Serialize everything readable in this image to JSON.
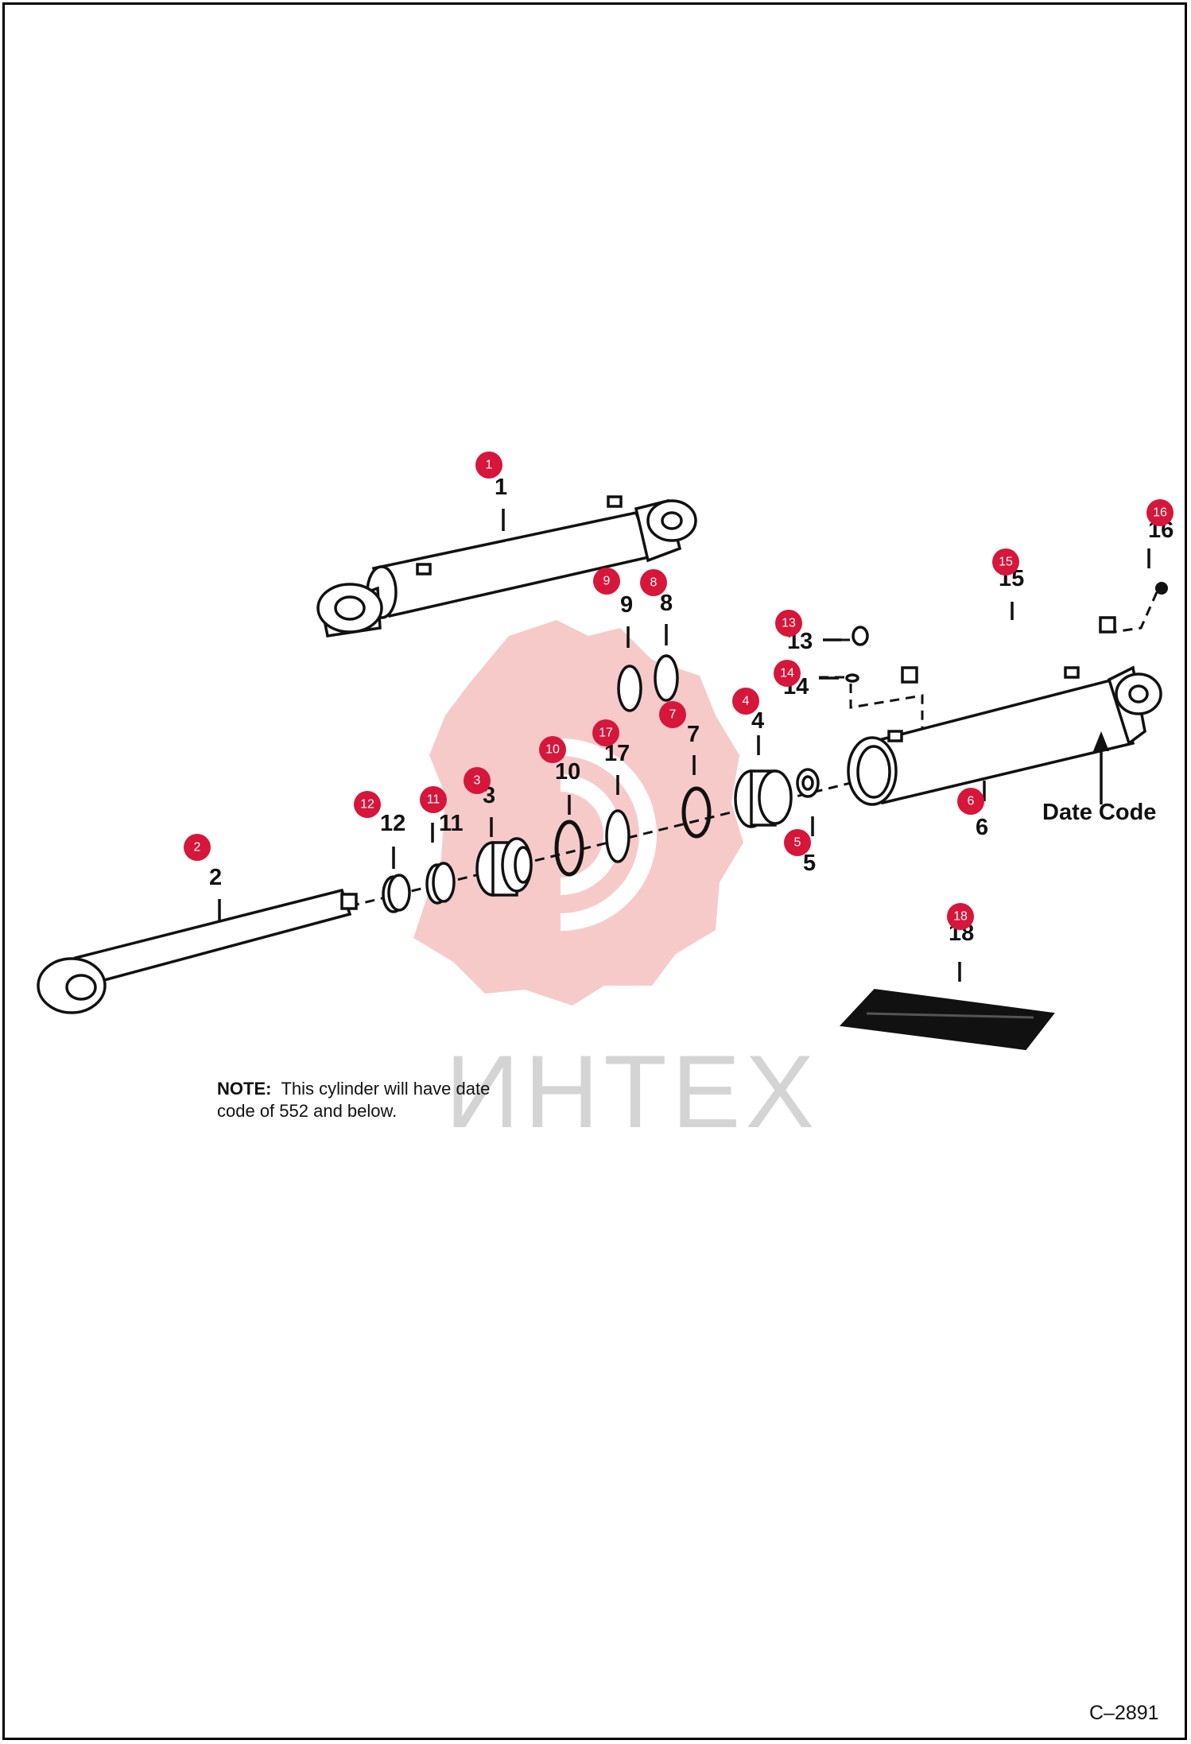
{
  "parts": [
    {
      "id": "1",
      "label": "1",
      "badge": "1"
    },
    {
      "id": "2",
      "label": "2",
      "badge": "2"
    },
    {
      "id": "3",
      "label": "3",
      "badge": "3"
    },
    {
      "id": "4",
      "label": "4",
      "badge": "4"
    },
    {
      "id": "5",
      "label": "5",
      "badge": "5"
    },
    {
      "id": "6",
      "label": "6",
      "badge": "6"
    },
    {
      "id": "7",
      "label": "7",
      "badge": "7"
    },
    {
      "id": "8",
      "label": "8",
      "badge": "8"
    },
    {
      "id": "9",
      "label": "9",
      "badge": "9"
    },
    {
      "id": "10",
      "label": "10",
      "badge": "10"
    },
    {
      "id": "11",
      "label": "11",
      "badge": "11"
    },
    {
      "id": "12",
      "label": "12",
      "badge": "12"
    },
    {
      "id": "13",
      "label": "13",
      "badge": "13"
    },
    {
      "id": "14",
      "label": "14",
      "badge": "14"
    },
    {
      "id": "15",
      "label": "15",
      "badge": "15"
    },
    {
      "id": "16",
      "label": "16",
      "badge": "16"
    },
    {
      "id": "17",
      "label": "17",
      "badge": "17"
    },
    {
      "id": "18",
      "label": "18",
      "badge": "18"
    }
  ],
  "callout": {
    "date_code": "Date Code"
  },
  "note": {
    "bold": "NOTE:",
    "line1": "This cylinder will have date",
    "line2": "code of 552 and below."
  },
  "figure_id": "C–2891",
  "watermark": {
    "text": "ИНТЕХ"
  },
  "colors": {
    "badge": "#d6163a",
    "watermark_gear": "#f7caca",
    "watermark_text": "#d4d4d4",
    "ink": "#111111"
  }
}
